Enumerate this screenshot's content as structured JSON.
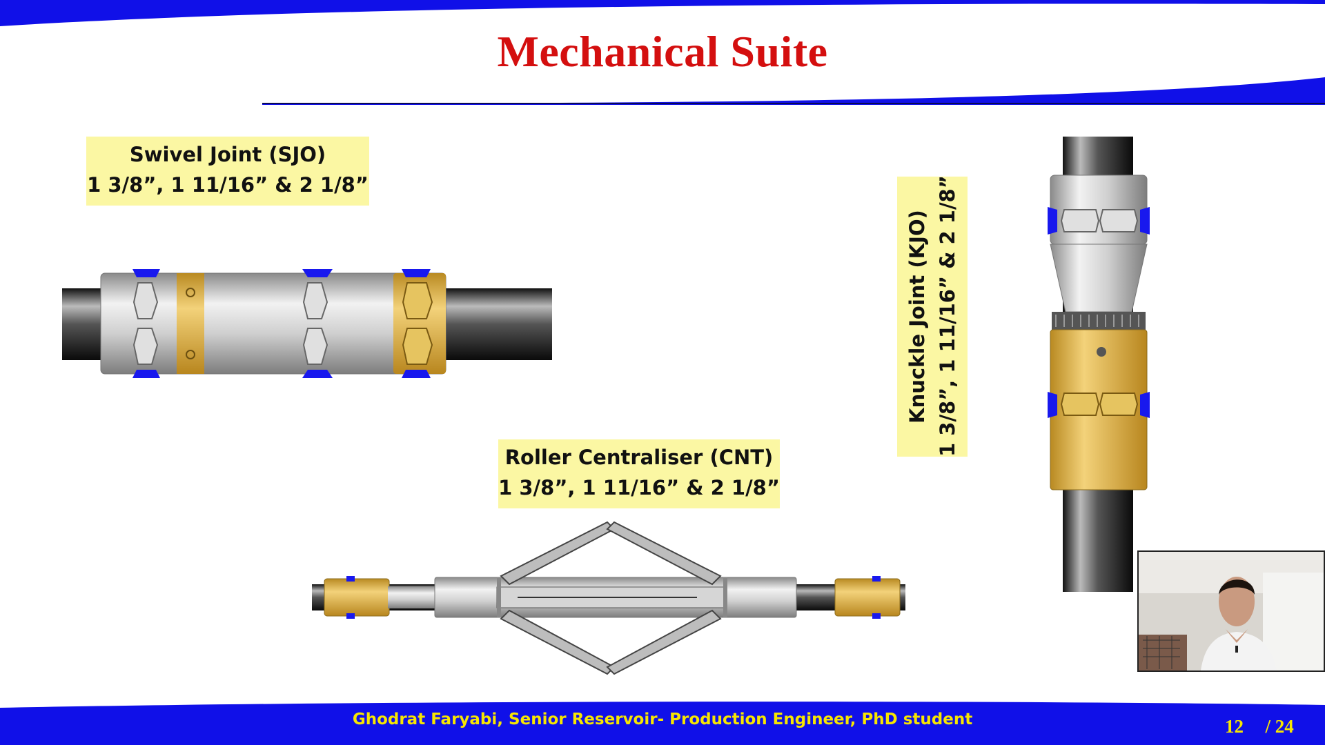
{
  "slide": {
    "title": "Mechanical Suite",
    "tools": [
      {
        "name": "Swivel Joint (SJO)",
        "sizes": "1 3/8”, 1 11/16” & 2 1/8”"
      },
      {
        "name": "Roller Centraliser (CNT)",
        "sizes": "1 3/8”, 1 11/16” & 2 1/8”"
      },
      {
        "name": "Knuckle Joint (KJO)",
        "sizes": "1 3/8”, 1 11/16” & 2 1/8”"
      }
    ],
    "footer": {
      "author": "Ghodrat Faryabi, Senior Reservoir- Production Engineer, PhD student",
      "page_current": "12",
      "page_total": "/ 24"
    }
  },
  "colors": {
    "title": "#d40f0f",
    "band": "#1010e8",
    "label_bg": "#fbf7a3",
    "footer_text": "#f7e600",
    "brass": "#d8aa3c",
    "steel": "#c8c8c8",
    "blue_marker": "#1818ee"
  }
}
